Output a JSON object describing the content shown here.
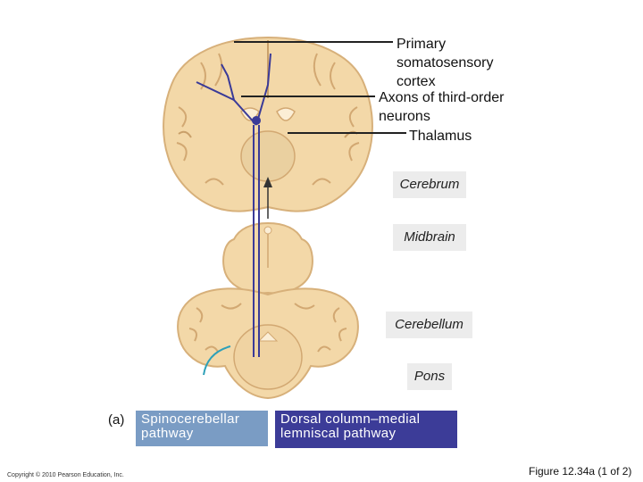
{
  "labels": {
    "primary_cortex": "Primary\nsomatosensory\ncortex",
    "axons": "Axons of third-order\nneurons",
    "thalamus": "Thalamus"
  },
  "regions": {
    "cerebrum": "Cerebrum",
    "midbrain": "Midbrain",
    "cerebellum": "Cerebellum",
    "pons": "Pons"
  },
  "panel_letter": "(a)",
  "pathways": {
    "spinocerebellar": "Spinocerebellar\npathway",
    "dorsal_column": "Dorsal column–medial\nlemniscal pathway"
  },
  "footer": {
    "copyright": "Copyright © 2010 Pearson Education, Inc.",
    "figure": "Figure 12.34a (1 of 2)"
  },
  "colors": {
    "tissue": "#f3d8a8",
    "tissue_edge": "#d7b07a",
    "gray_matter": "#e7c28c",
    "dorsal_pathway": "#3a3a98",
    "spinocerebellar_pathway": "#2ea0b8",
    "box_spinocerebellar": "#7a9cc4",
    "box_dorsal": "#3c3c98"
  }
}
